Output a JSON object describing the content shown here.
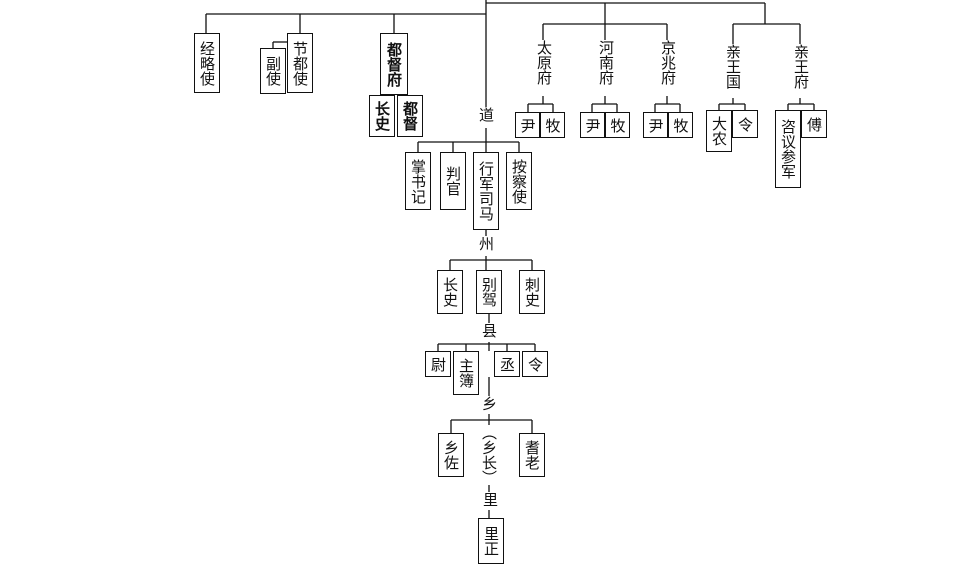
{
  "diagram": {
    "border_color": "#111111",
    "nodes": {
      "jinglue": "经略使",
      "fu": "副使",
      "jiedu": "节都使",
      "dudufu": "都督府",
      "zhangshi_dd": "长史",
      "dudu": "都督",
      "dao": "道",
      "zhangshuji": "掌书记",
      "panguan": "判官",
      "xingjun": "行军司马",
      "ancha": "按察使",
      "taiyuan": "太原府",
      "yin_ty": "尹",
      "mu_ty": "牧",
      "henan": "河南府",
      "yin_hn": "尹",
      "mu_hn": "牧",
      "jingzhao": "京兆府",
      "yin_jz": "尹",
      "mu_jz": "牧",
      "qinwangguo": "亲王国",
      "danong": "大农",
      "ling_wg": "令",
      "qinwangfu": "亲王府",
      "ziyi": "咨议参军",
      "fu2": "傅",
      "zhou": "州",
      "zhangshi_z": "长史",
      "biejia": "别驾",
      "cishi": "刺史",
      "xian": "县",
      "wei": "尉",
      "zhubu": "主簿",
      "cheng": "丞",
      "ling_x": "令",
      "xiang": "乡",
      "xiangzuo": "乡佐",
      "xiangzhang": "（乡长）",
      "qilao": "耆老",
      "li": "里",
      "lizheng": "里正"
    }
  }
}
